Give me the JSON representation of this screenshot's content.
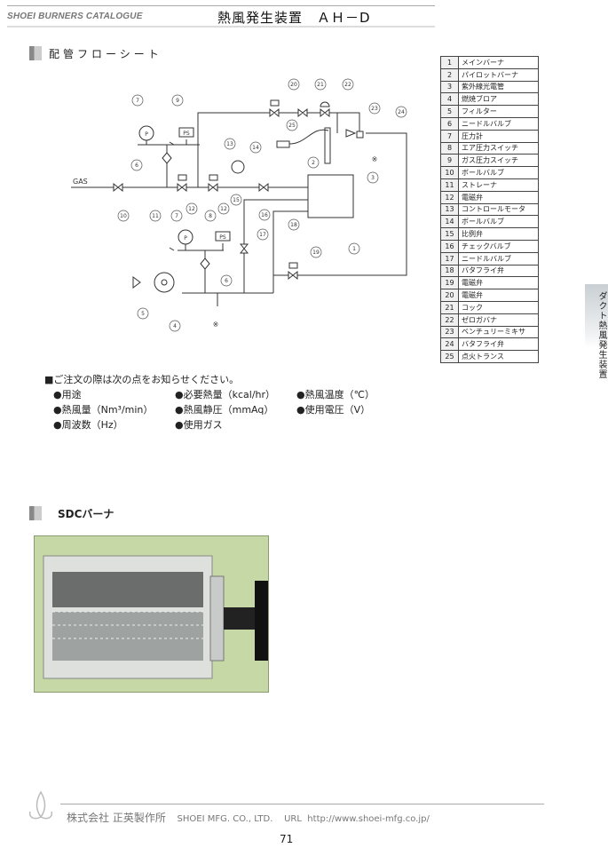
{
  "header": {
    "catalogue": "SHOEI BURNERS CATALOGUE",
    "title": "熱風発生装置　ＡＨ－D"
  },
  "section1": {
    "title": "配管フローシート"
  },
  "diagram": {
    "gas_label": "GAS",
    "note_mark": "※",
    "gauge_label": "P",
    "switch_label": "PS",
    "callouts": [
      "1",
      "2",
      "3",
      "4",
      "5",
      "6",
      "7",
      "8",
      "9",
      "10",
      "11",
      "12",
      "13",
      "14",
      "15",
      "16",
      "17",
      "18",
      "19",
      "20",
      "21",
      "22",
      "23",
      "24",
      "25"
    ]
  },
  "parts": [
    {
      "no": "1",
      "name": "メインバーナ"
    },
    {
      "no": "2",
      "name": "パイロットバーナ"
    },
    {
      "no": "3",
      "name": "紫外線光電管"
    },
    {
      "no": "4",
      "name": "燃焼ブロア"
    },
    {
      "no": "5",
      "name": "フィルター"
    },
    {
      "no": "6",
      "name": "ニードルバルブ"
    },
    {
      "no": "7",
      "name": "圧力計"
    },
    {
      "no": "8",
      "name": "エア圧力スイッチ"
    },
    {
      "no": "9",
      "name": "ガス圧力スイッチ"
    },
    {
      "no": "10",
      "name": "ボールバルブ"
    },
    {
      "no": "11",
      "name": "ストレーナ"
    },
    {
      "no": "12",
      "name": "電磁弁"
    },
    {
      "no": "13",
      "name": "コントロールモータ"
    },
    {
      "no": "14",
      "name": "ボールバルブ"
    },
    {
      "no": "15",
      "name": "比例弁"
    },
    {
      "no": "16",
      "name": "チェックバルブ"
    },
    {
      "no": "17",
      "name": "ニードルバルブ"
    },
    {
      "no": "18",
      "name": "バタフライ弁"
    },
    {
      "no": "19",
      "name": "電磁弁"
    },
    {
      "no": "20",
      "name": "電磁弁"
    },
    {
      "no": "21",
      "name": "コック"
    },
    {
      "no": "22",
      "name": "ゼロガバナ"
    },
    {
      "no": "23",
      "name": "ベンチュリーミキサ"
    },
    {
      "no": "24",
      "name": "バタフライ弁"
    },
    {
      "no": "25",
      "name": "点火トランス"
    }
  ],
  "notes": {
    "heading": "■ご注文の際は次の点をお知らせください。",
    "items": [
      "●用途",
      "●必要熱量（kcal/hr）",
      "●熱風温度（℃）",
      "●熱風量（Nm³/min）",
      "●熱風静圧（mmAq）",
      "●使用電圧（V）",
      "●周波数（Hz）",
      "●使用ガス"
    ]
  },
  "section2": {
    "title": "SDCバーナ"
  },
  "side_tab": "ダクト熱風発生装置",
  "footer": {
    "company_jp": "株式会社 正英製作所",
    "company_en": "SHOEI MFG. CO., LTD.",
    "url": "URL  http://www.shoei-mfg.co.jp/",
    "page": "71"
  }
}
